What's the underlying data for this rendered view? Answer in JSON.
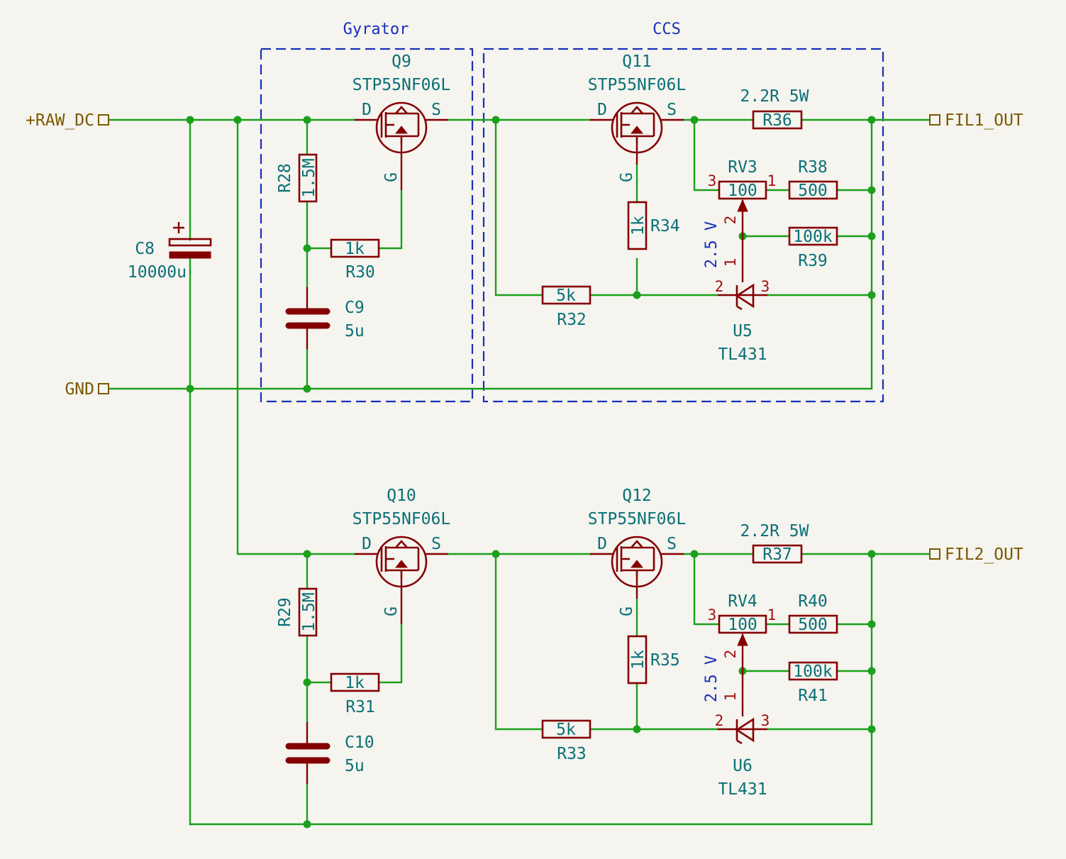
{
  "groups": {
    "gyrator": "Gyrator",
    "ccs": "CCS"
  },
  "ports": {
    "raw_dc": "+RAW_DC",
    "gnd": "GND",
    "fil1_out": "FIL1_OUT",
    "fil2_out": "FIL2_OUT"
  },
  "pins": {
    "d": "D",
    "s": "S",
    "g": "G",
    "p1": "1",
    "p2": "2",
    "p3": "3",
    "plus": "+"
  },
  "components": {
    "q9": {
      "ref": "Q9",
      "value": "STP55NF06L"
    },
    "q10": {
      "ref": "Q10",
      "value": "STP55NF06L"
    },
    "q11": {
      "ref": "Q11",
      "value": "STP55NF06L"
    },
    "q12": {
      "ref": "Q12",
      "value": "STP55NF06L"
    },
    "c8": {
      "ref": "C8",
      "value": "10000u"
    },
    "c9": {
      "ref": "C9",
      "value": "5u"
    },
    "c10": {
      "ref": "C10",
      "value": "5u"
    },
    "r28": {
      "ref": "R28",
      "value": "1.5M"
    },
    "r29": {
      "ref": "R29",
      "value": "1.5M"
    },
    "r30": {
      "ref": "R30",
      "value": "1k"
    },
    "r31": {
      "ref": "R31",
      "value": "1k"
    },
    "r32": {
      "ref": "R32",
      "value": "5k"
    },
    "r33": {
      "ref": "R33",
      "value": "5k"
    },
    "r34": {
      "ref": "R34",
      "value": "1k"
    },
    "r35": {
      "ref": "R35",
      "value": "1k"
    },
    "r36": {
      "ref": "R36",
      "value": "2.2R 5W"
    },
    "r37": {
      "ref": "R37",
      "value": "2.2R 5W"
    },
    "r38": {
      "ref": "R38",
      "value": "500"
    },
    "r40": {
      "ref": "R40",
      "value": "500"
    },
    "r39": {
      "ref": "R39",
      "value": "100k"
    },
    "r41": {
      "ref": "R41",
      "value": "100k"
    },
    "rv3": {
      "ref": "RV3",
      "value": "100"
    },
    "rv4": {
      "ref": "RV4",
      "value": "100"
    },
    "u5": {
      "ref": "U5",
      "value": "TL431"
    },
    "u6": {
      "ref": "U6",
      "value": "TL431"
    }
  },
  "annotations": {
    "vref1": "2.5 V",
    "vref2": "2.5 V"
  }
}
